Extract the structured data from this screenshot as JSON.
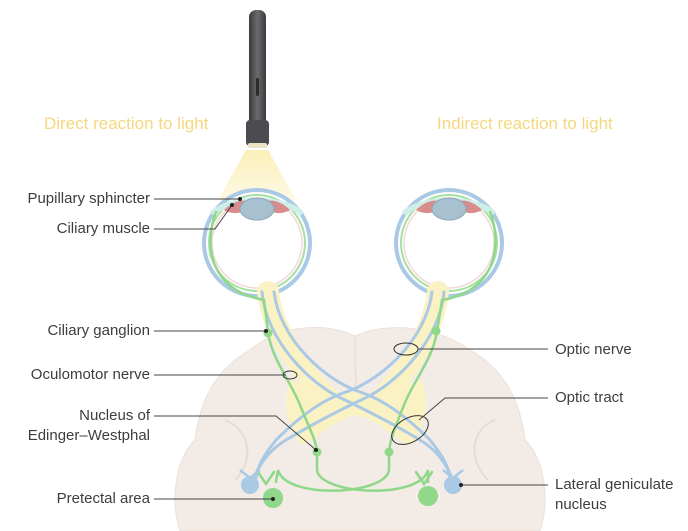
{
  "titles": {
    "direct": "Direct reaction to light",
    "indirect": "Indirect reaction to light"
  },
  "labels": {
    "pupillary_sphincter": "Pupillary sphincter",
    "ciliary_muscle": "Ciliary muscle",
    "ciliary_ganglion": "Ciliary ganglion",
    "oculomotor_nerve": "Oculomotor nerve",
    "nucleus_line1": "Nucleus of",
    "nucleus_line2": "Edinger–Westphal",
    "pretectal_area": "Pretectal area",
    "optic_nerve": "Optic nerve",
    "optic_tract": "Optic tract",
    "lgn_line1": "Lateral geniculate",
    "lgn_line2": "nucleus"
  },
  "colors": {
    "title": "#f5d77f",
    "label_text": "#3d3d3d",
    "leader_line": "#444444",
    "green_pathway": "#8fd88a",
    "blue_pathway": "#a9c9e4",
    "brain": "#f3ebe6",
    "chiasm": "#fbf2c4",
    "light_beam": "#fbeeb4",
    "lens": "#a8c1d1",
    "ciliary_muscle": "#d98c8c"
  },
  "icons": [
    "penlight-icon",
    "eye-icon",
    "lens-icon"
  ]
}
